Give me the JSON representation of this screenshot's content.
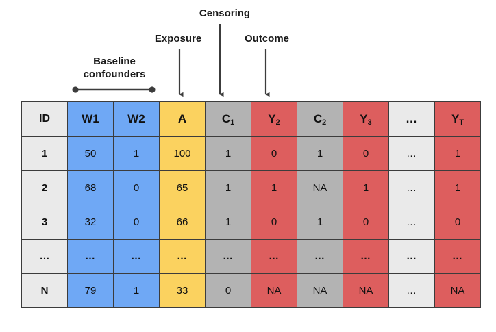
{
  "annotations": {
    "baseline": "Baseline\nconfounders",
    "exposure": "Exposure",
    "censoring": "Censoring",
    "outcome": "Outcome"
  },
  "table": {
    "columns": [
      {
        "label": "ID",
        "sub": "",
        "type": "id"
      },
      {
        "label": "W1",
        "sub": "",
        "type": "blue"
      },
      {
        "label": "W2",
        "sub": "",
        "type": "blue"
      },
      {
        "label": "A",
        "sub": "",
        "type": "yell"
      },
      {
        "label": "C",
        "sub": "1",
        "type": "gray"
      },
      {
        "label": "Y",
        "sub": "2",
        "type": "red"
      },
      {
        "label": "C",
        "sub": "2",
        "type": "gray"
      },
      {
        "label": "Y",
        "sub": "3",
        "type": "red"
      },
      {
        "label": "…",
        "sub": "",
        "type": "dots"
      },
      {
        "label": "Y",
        "sub": "T",
        "type": "red"
      }
    ],
    "rows": [
      {
        "id": "1",
        "cells": [
          "50",
          "1",
          "100",
          "1",
          "0",
          "1",
          "0",
          "…",
          "1"
        ]
      },
      {
        "id": "2",
        "cells": [
          "68",
          "0",
          "65",
          "1",
          "1",
          "NA",
          "1",
          "…",
          "1"
        ]
      },
      {
        "id": "3",
        "cells": [
          "32",
          "0",
          "66",
          "1",
          "0",
          "1",
          "0",
          "…",
          "0"
        ]
      },
      {
        "id": "…",
        "cells": [
          "…",
          "…",
          "…",
          "…",
          "…",
          "…",
          "…",
          "…",
          "…"
        ]
      },
      {
        "id": "N",
        "cells": [
          "79",
          "1",
          "33",
          "0",
          "NA",
          "NA",
          "NA",
          "…",
          "NA"
        ]
      }
    ]
  },
  "colors": {
    "blue": "#6FA8F5",
    "yellow": "#FBD25F",
    "gray": "#B3B3B3",
    "red": "#DD5E5E",
    "light": "#EAEAEA",
    "border": "#3C3C3C",
    "annotation": "#3C3C3C"
  }
}
